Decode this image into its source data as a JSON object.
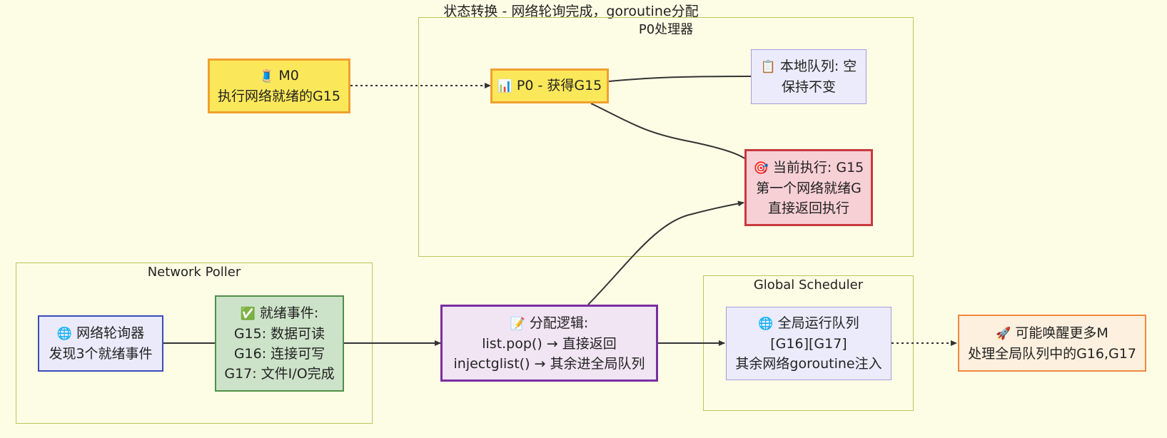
{
  "diagram": {
    "title": "状态转换 - 网络轮询完成，goroutine分配",
    "clusters": {
      "p0": "P0处理器",
      "poller": "Network Poller",
      "global": "Global Scheduler"
    },
    "nodes": {
      "m0": {
        "icon": "🧵",
        "lines": [
          "M0",
          "执行网络就绪的G15"
        ]
      },
      "p0": {
        "icon": "📊",
        "lines": [
          "P0 - 获得G15"
        ]
      },
      "local_queue": {
        "icon": "📋",
        "lines": [
          "本地队列: 空",
          "保持不变"
        ]
      },
      "current": {
        "icon": "🎯",
        "lines": [
          "当前执行: G15",
          "第一个网络就绪G",
          "直接返回执行"
        ]
      },
      "poller": {
        "icon": "🌐",
        "lines": [
          "网络轮询器",
          "发现3个就绪事件"
        ]
      },
      "events": {
        "icon": "✅",
        "lines": [
          "就绪事件:",
          "G15: 数据可读",
          "G16: 连接可写",
          "G17: 文件I/O完成"
        ]
      },
      "dispatch": {
        "icon": "📝",
        "lines": [
          "分配逻辑:",
          "list.pop() → 直接返回",
          "injectglist() → 其余进全局队列"
        ]
      },
      "global_queue": {
        "icon": "🌐",
        "lines": [
          "全局运行队列",
          "[G16][G17]",
          "其余网络goroutine注入"
        ]
      },
      "wake": {
        "icon": "🚀",
        "lines": [
          "可能唤醒更多M",
          "处理全局队列中的G16,G17"
        ]
      }
    },
    "colors": {
      "background": "#fdfde6",
      "cluster_border": "#b8c65a",
      "m0_fill": "#fbe85a",
      "m0_border": "#f0a030",
      "p0_fill": "#fbe85a",
      "p0_border": "#f0a030",
      "queue_fill": "#ebebfc",
      "queue_border": "#a89cd8",
      "current_fill": "#f7d0d6",
      "current_border": "#c83a3e",
      "poller_fill": "#eaeafa",
      "poller_border": "#3b4cb8",
      "events_fill": "#cde3c9",
      "events_border": "#4d8f47",
      "dispatch_fill": "#f1e4f3",
      "dispatch_border": "#7a2ea0",
      "wake_fill": "#fdf0df",
      "wake_border": "#f08a3a"
    }
  }
}
